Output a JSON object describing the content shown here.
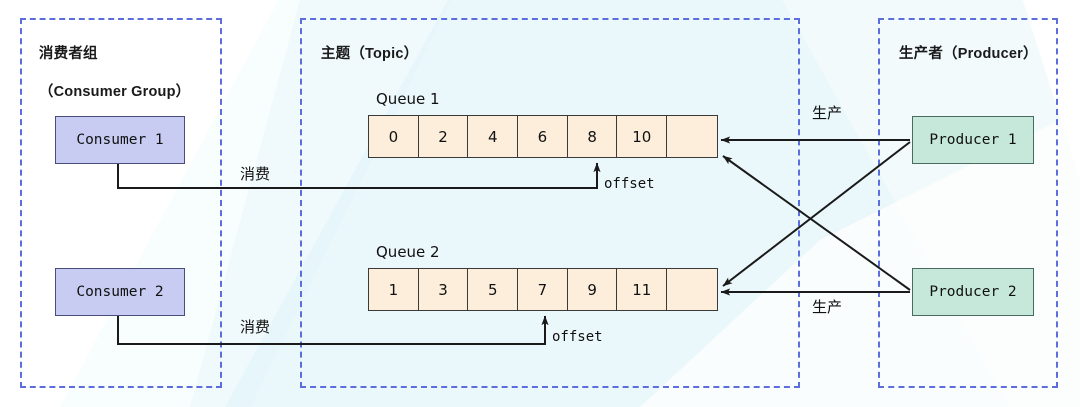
{
  "panels": [
    {
      "key": "consumer_group",
      "title_line1": "消费者组",
      "title_line2": "（Consumer Group）"
    },
    {
      "key": "topic",
      "title_line1": "主题（Topic）",
      "title_line2": ""
    },
    {
      "key": "producer",
      "title_line1": "生产者（Producer）",
      "title_line2": ""
    }
  ],
  "consumers": [
    {
      "label": "Consumer 1"
    },
    {
      "label": "Consumer 2"
    }
  ],
  "producers": [
    {
      "label": "Producer 1"
    },
    {
      "label": "Producer 2"
    }
  ],
  "queues": [
    {
      "label": "Queue 1",
      "cells": [
        "0",
        "2",
        "4",
        "6",
        "8",
        "10",
        ""
      ],
      "offset_label": "offset",
      "offset_cell_index": 4
    },
    {
      "label": "Queue 2",
      "cells": [
        "1",
        "3",
        "5",
        "7",
        "9",
        "11",
        ""
      ],
      "offset_label": "offset",
      "offset_cell_index": 3
    }
  ],
  "edges": {
    "consume_label_1": "消费",
    "consume_label_2": "消费",
    "produce_label_1": "生产",
    "produce_label_2": "生产"
  },
  "colors": {
    "panel_border": "#5B6EDB",
    "consumer_fill": "#C8CBF2",
    "consumer_border": "#4A4F7A",
    "producer_fill": "#C6E8DA",
    "producer_border": "#4A6B62",
    "queue_fill": "#FDEEDC",
    "queue_border": "#3A3A3A",
    "arrow": "#1A1A1A",
    "background": "#FFFFFF",
    "watermark": "#D9F2F7"
  }
}
